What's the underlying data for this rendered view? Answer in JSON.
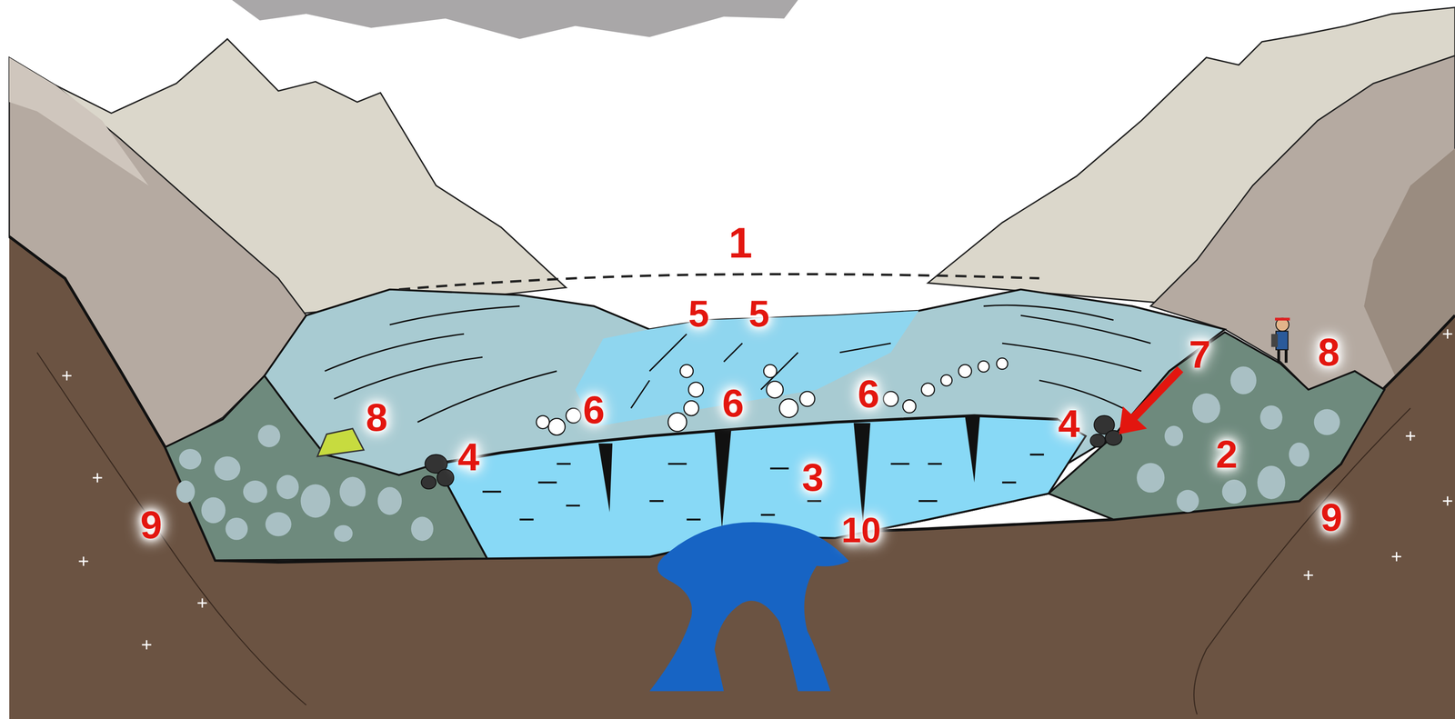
{
  "diagram": {
    "labels": [
      "1",
      "5",
      "5",
      "7",
      "8",
      "8",
      "6",
      "6",
      "6",
      "4",
      "4",
      "2",
      "3",
      "10",
      "9",
      "9"
    ]
  }
}
